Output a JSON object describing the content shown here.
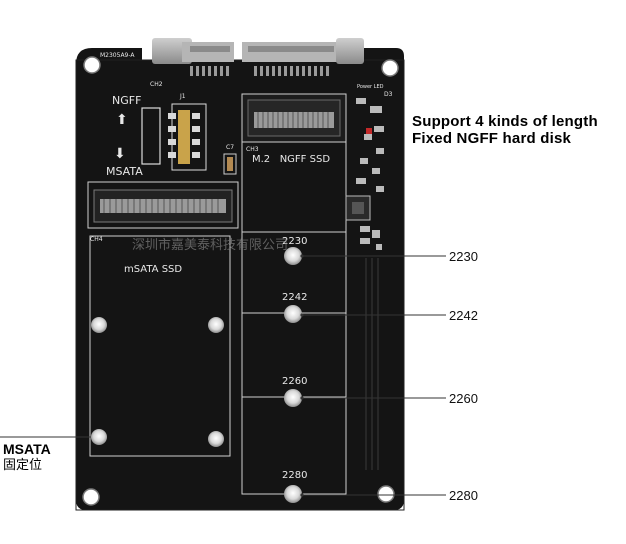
{
  "heading": {
    "line1": "Support 4 kinds of length",
    "line2": "Fixed NGFF hard disk"
  },
  "board": {
    "model_code": "M2305A9-A",
    "ngff_label": "NGFF",
    "msata_small_label": "MSATA",
    "m2_slot_label": "M.2   NGFF SSD",
    "msata_slot_label": "mSATA SSD",
    "watermark": "深圳市嘉美泰科技有限公司",
    "ref_j1": "J1",
    "ref_ch2": "CH2",
    "ref_ch3": "CH3",
    "ref_ch4": "CH4",
    "ref_c7": "C7",
    "ref_d3": "D3",
    "ref_power_led": "Power LED",
    "hole_2230": "2230",
    "hole_2242": "2242",
    "hole_2260": "2260",
    "hole_2280": "2280",
    "board_color": "#141414",
    "connector_color": "#a9a9a9",
    "gold_color": "#c9a34a"
  },
  "callouts": {
    "c2230": "2230",
    "c2242": "2242",
    "c2260": "2260",
    "c2280": "2280"
  },
  "msata_callout": {
    "title": "MSATA",
    "subtitle": "固定位"
  }
}
